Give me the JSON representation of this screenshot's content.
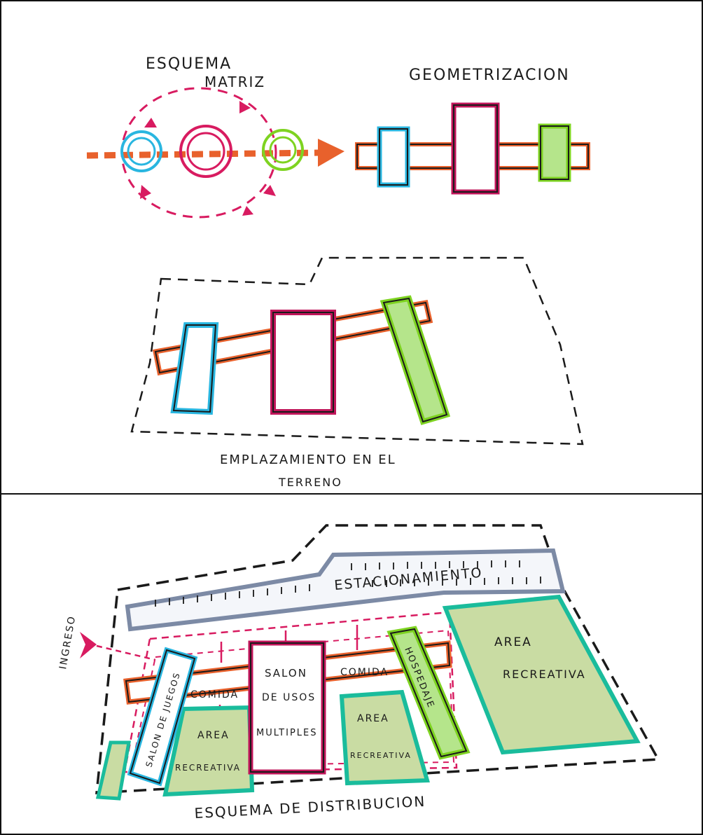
{
  "colors": {
    "orange": "#e8612c",
    "cyan": "#29b6e0",
    "magenta": "#c0155a",
    "pink": "#d81b60",
    "green": "#7ed321",
    "teal": "#1abc9c",
    "slate": "#7c8aa5",
    "lawn": "#b9d08f",
    "ink": "#1a1a1a"
  },
  "top": {
    "esquema_line1": "ESQUEMA",
    "esquema_line2": "MATRIZ",
    "geometrizacion": "GEOMETRIZACION",
    "emplazamiento_line1": "EMPLAZAMIENTO EN EL",
    "emplazamiento_line2": "TERRENO"
  },
  "bottom": {
    "estacionamiento": "ESTACIONAMIENTO",
    "ingreso": "INGRESO",
    "area_recreativa_large_l1": "AREA",
    "area_recreativa_large_l2": "RECREATIVA",
    "salon_de_juegos": "SALON DE JUEGOS",
    "comida_left": "COMIDA",
    "area_left_l1": "AREA",
    "area_left_l2": "RECREATIVA",
    "salon_l1": "SALON",
    "salon_l2": "DE USOS",
    "salon_l3": "MULTIPLES",
    "comida_right": "COMIDA",
    "area_right_l1": "AREA",
    "area_right_l2": "RECREATIVA",
    "hospedaje": "HOSPEDAJE",
    "caption": "ESQUEMA DE DISTRIBUCION"
  }
}
